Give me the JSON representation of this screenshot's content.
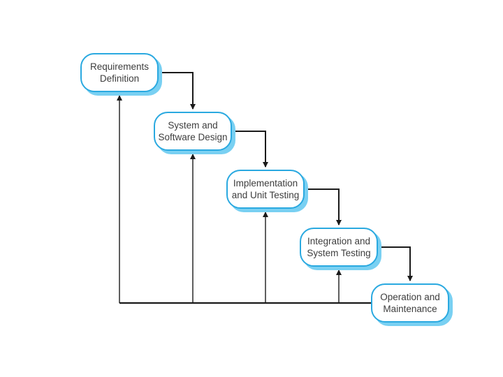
{
  "diagram_type": "waterfall-process-model",
  "colors": {
    "box_border": "#2aa9e0",
    "box_shadow": "#79d0f2",
    "box_fill": "#ffffff",
    "connector": "#1a1a1a",
    "text": "#3d3d3d",
    "background": "#ffffff"
  },
  "stages": [
    {
      "id": "requirements-definition",
      "line1": "Requirements",
      "line2": "Definition"
    },
    {
      "id": "system-and-software-design",
      "line1": "System and",
      "line2": "Software Design"
    },
    {
      "id": "implementation-and-unit-testing",
      "line1": "Implementation",
      "line2": "and Unit Testing"
    },
    {
      "id": "integration-and-system-testing",
      "line1": "Integration and",
      "line2": "System Testing"
    },
    {
      "id": "operation-and-maintenance",
      "line1": "Operation and",
      "line2": "Maintenance"
    }
  ],
  "connections": {
    "forward": [
      "requirements-definition -> system-and-software-design",
      "system-and-software-design -> implementation-and-unit-testing",
      "implementation-and-unit-testing -> integration-and-system-testing",
      "integration-and-system-testing -> operation-and-maintenance"
    ],
    "feedback": [
      "operation-and-maintenance -> integration-and-system-testing",
      "operation-and-maintenance -> implementation-and-unit-testing",
      "operation-and-maintenance -> system-and-software-design",
      "operation-and-maintenance -> requirements-definition"
    ]
  }
}
